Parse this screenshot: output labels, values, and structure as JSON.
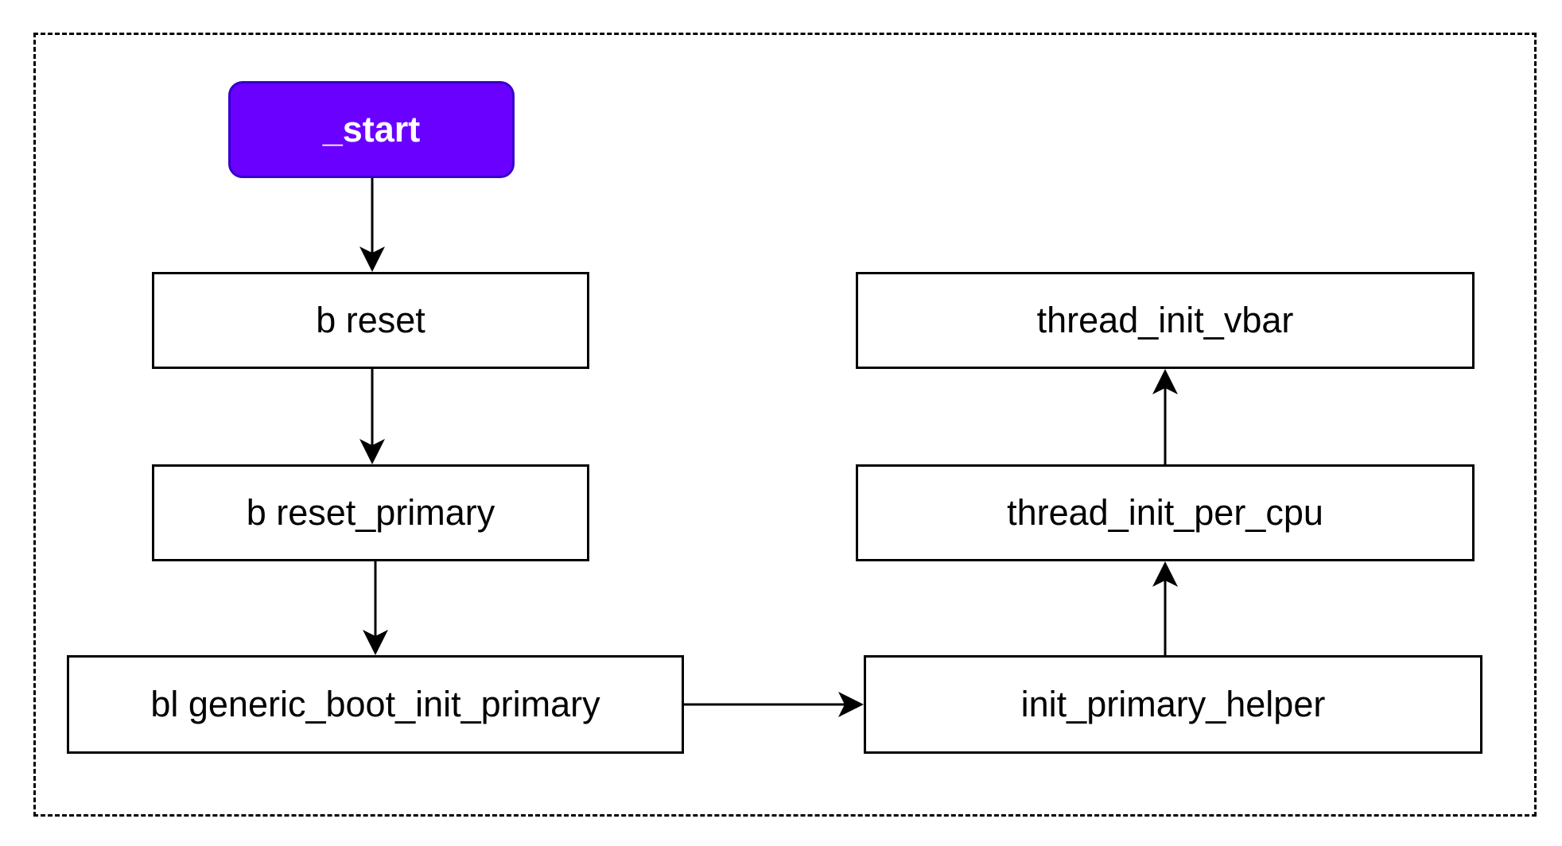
{
  "colors": {
    "start_fill": "#6a00ff",
    "start_border": "#3700cc",
    "start_text": "#ffffff",
    "node_fill": "#ffffff",
    "stroke": "#000000"
  },
  "nodes": {
    "start": "_start",
    "reset": "b reset",
    "reset_primary": "b reset_primary",
    "generic_boot_init_primary": "bl generic_boot_init_primary",
    "init_primary_helper": "init_primary_helper",
    "thread_init_per_cpu": "thread_init_per_cpu",
    "thread_init_vbar": "thread_init_vbar"
  },
  "edges": [
    {
      "from": "start",
      "to": "reset"
    },
    {
      "from": "reset",
      "to": "reset_primary"
    },
    {
      "from": "reset_primary",
      "to": "generic_boot_init_primary"
    },
    {
      "from": "generic_boot_init_primary",
      "to": "init_primary_helper"
    },
    {
      "from": "init_primary_helper",
      "to": "thread_init_per_cpu"
    },
    {
      "from": "thread_init_per_cpu",
      "to": "thread_init_vbar"
    }
  ]
}
